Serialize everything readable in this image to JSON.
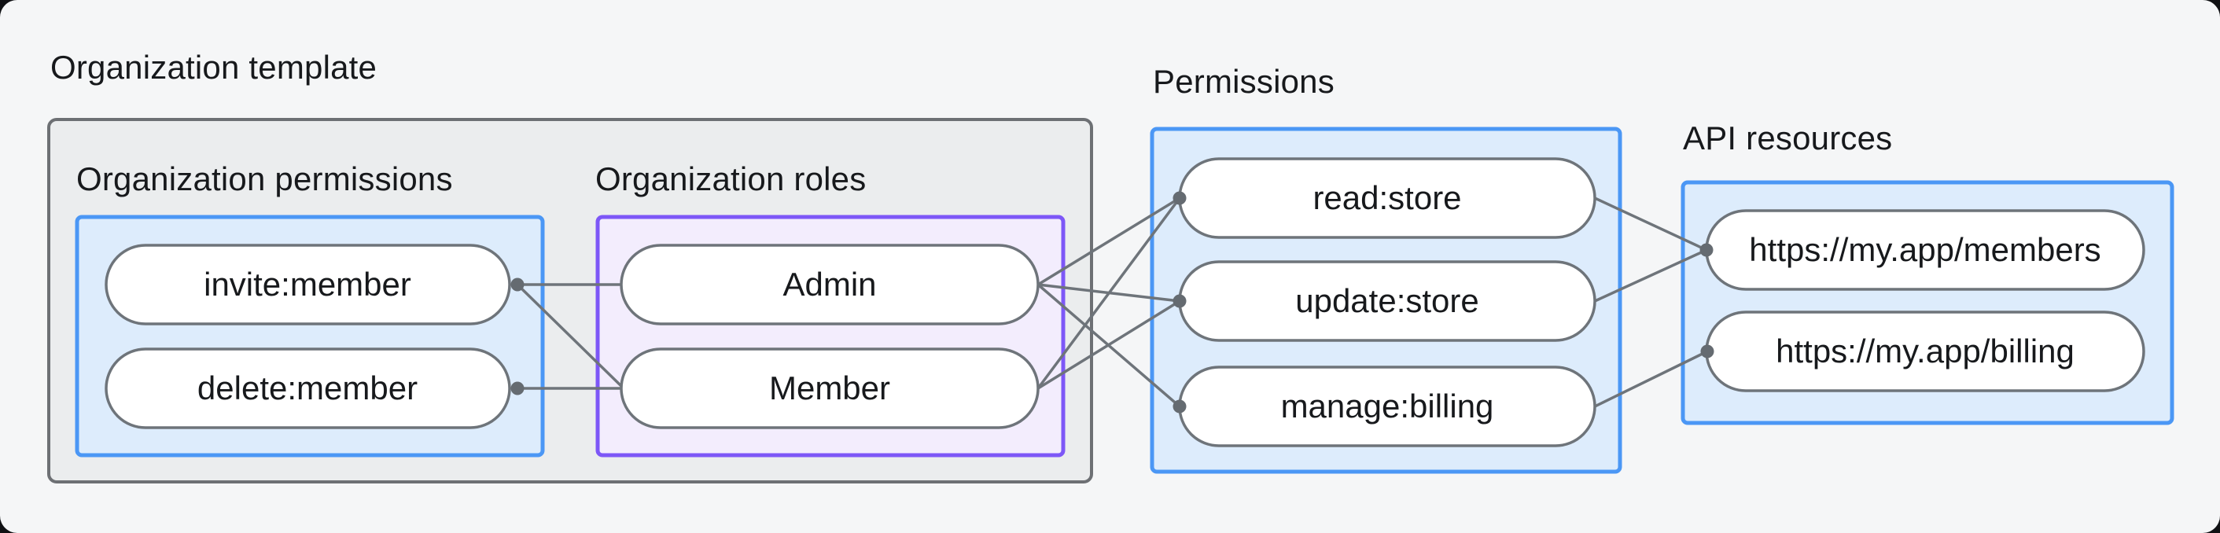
{
  "diagram": {
    "org_template": {
      "title": "Organization template"
    },
    "org_permissions": {
      "title": "Organization permissions",
      "nodes": [
        {
          "label": "invite:member"
        },
        {
          "label": "delete:member"
        }
      ]
    },
    "org_roles": {
      "title": "Organization roles",
      "nodes": [
        {
          "label": "Admin"
        },
        {
          "label": "Member"
        }
      ]
    },
    "permissions": {
      "title": "Permissions",
      "nodes": [
        {
          "label": "read:store"
        },
        {
          "label": "update:store"
        },
        {
          "label": "manage:billing"
        }
      ]
    },
    "api_resources": {
      "title": "API resources",
      "nodes": [
        {
          "label": "https://my.app/members"
        },
        {
          "label": "https://my.app/billing"
        }
      ]
    },
    "edges": [
      {
        "from": "invite:member",
        "to": "Admin"
      },
      {
        "from": "invite:member",
        "to": "Member"
      },
      {
        "from": "delete:member",
        "to": "Member"
      },
      {
        "from": "Admin",
        "to": "read:store"
      },
      {
        "from": "Admin",
        "to": "update:store"
      },
      {
        "from": "Admin",
        "to": "manage:billing"
      },
      {
        "from": "Member",
        "to": "read:store"
      },
      {
        "from": "Member",
        "to": "update:store"
      },
      {
        "from": "read:store",
        "to": "https://my.app/members"
      },
      {
        "from": "update:store",
        "to": "https://my.app/members"
      },
      {
        "from": "manage:billing",
        "to": "https://my.app/billing"
      }
    ],
    "colors": {
      "page_bg": "#f5f6f7",
      "template_fill": "#ebedee",
      "template_border": "#6d7074",
      "blue_fill": "#ddecfc",
      "blue_border": "#4b97f5",
      "purple_fill": "#f3edfd",
      "purple_border": "#7d57f7",
      "node_fill": "#ffffff",
      "node_border": "#6e747a",
      "edge_color": "#6e747a",
      "text_color": "#17191c"
    }
  }
}
